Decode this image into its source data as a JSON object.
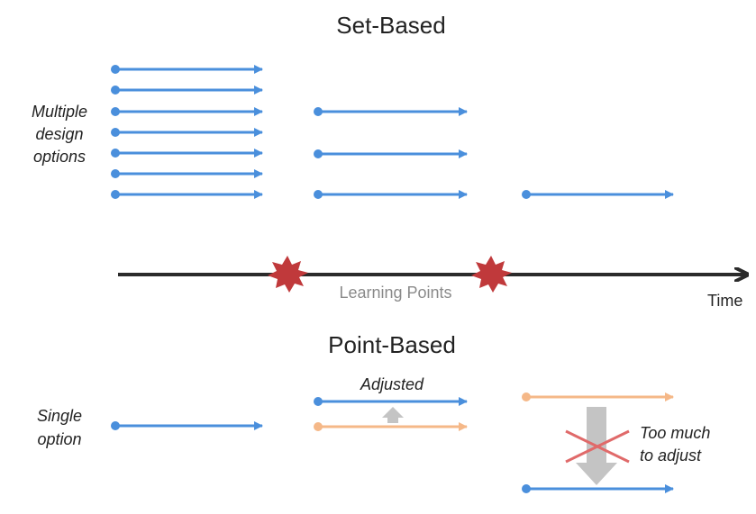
{
  "set_based": {
    "title": "Set-Based",
    "side_label": [
      "Multiple",
      "design",
      "options"
    ],
    "stage_option_counts": [
      7,
      3,
      1
    ]
  },
  "timeline": {
    "learning_points_label": "Learning Points",
    "time_label": "Time",
    "learning_point_count": 2
  },
  "point_based": {
    "title": "Point-Based",
    "side_label": [
      "Single",
      "option"
    ],
    "adjusted_label": "Adjusted",
    "too_much_label": [
      "Too much",
      "to adjust"
    ]
  },
  "colors": {
    "blue": "#4a8fdc",
    "orange": "#f5b888",
    "timeline": "#2b2b2b",
    "burst": "#c0393b",
    "gray_arrow": "#c4c4c4",
    "cross": "#e06a6a"
  }
}
